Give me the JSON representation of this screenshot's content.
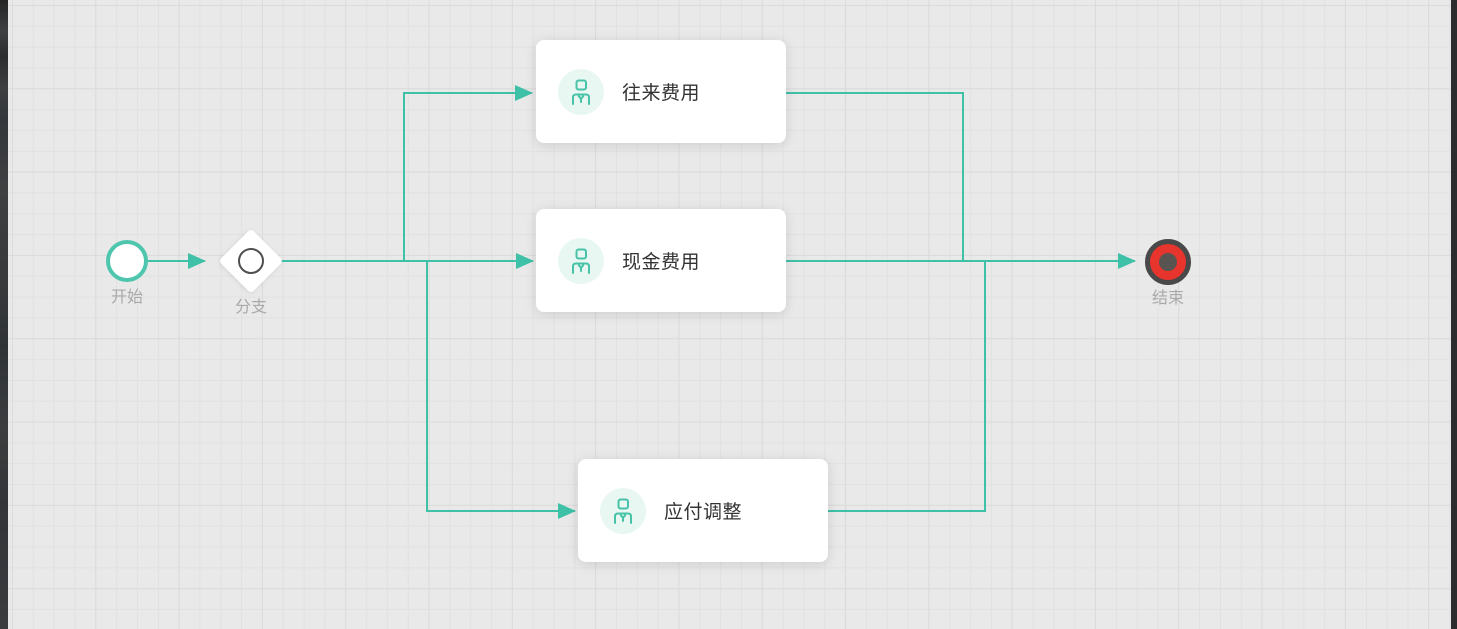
{
  "app": {
    "view": "workflow-designer-canvas"
  },
  "colors": {
    "accent": "#3fc1a7",
    "start_border": "#4ec6ae",
    "icon_bg": "#e9f7f3",
    "icon_stroke": "#47c3a8",
    "task_text": "#333333",
    "node_label": "#a9a9a9",
    "end_red": "#e7342c",
    "dark_ring": "#494949",
    "inner_dot": "#585452",
    "canvas_bg": "#e9e9e9"
  },
  "nodes": [
    {
      "id": "start",
      "type": "start-event",
      "label": "开始"
    },
    {
      "id": "branch",
      "type": "gateway",
      "label": "分支"
    },
    {
      "id": "task1",
      "type": "task",
      "icon": "approver-person-icon",
      "label": "往来费用"
    },
    {
      "id": "task2",
      "type": "task",
      "icon": "approver-person-icon",
      "label": "现金费用"
    },
    {
      "id": "task3",
      "type": "task",
      "icon": "approver-person-icon",
      "label": "应付调整"
    },
    {
      "id": "end",
      "type": "end-event",
      "label": "结束"
    }
  ],
  "edges": [
    {
      "name": "edge-start-to-branch",
      "from": "start",
      "to": "branch",
      "arrow": true
    },
    {
      "name": "edge-branch-to-current-expense",
      "from": "branch",
      "to": "task1",
      "arrow": true
    },
    {
      "name": "edge-branch-to-cash-expense",
      "from": "branch",
      "to": "task2",
      "arrow": true
    },
    {
      "name": "edge-branch-to-payable-adjust",
      "from": "branch",
      "to": "task3",
      "arrow": true
    },
    {
      "name": "edge-current-expense-to-end",
      "from": "task1",
      "to": "end",
      "arrow": false
    },
    {
      "name": "edge-cash-expense-to-end",
      "from": "task2",
      "to": "end",
      "arrow": true
    },
    {
      "name": "edge-payable-adjust-to-end",
      "from": "task3",
      "to": "end",
      "arrow": false
    }
  ]
}
